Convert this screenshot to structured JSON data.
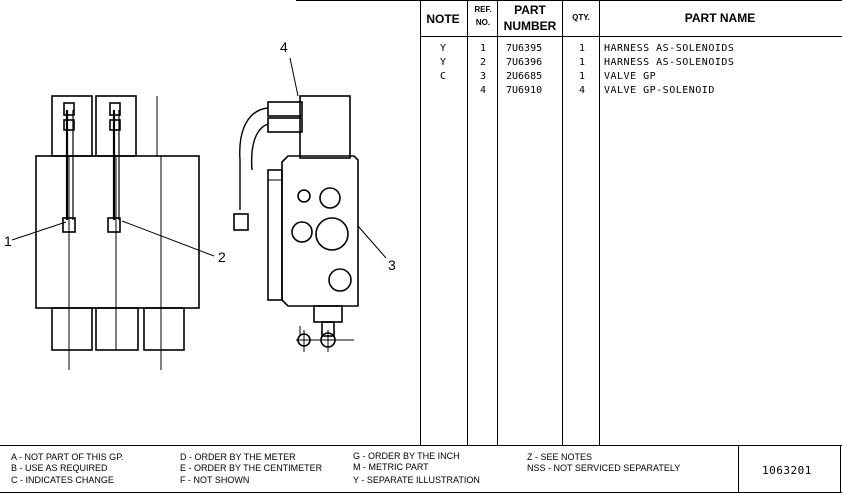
{
  "callouts": [
    "1",
    "2",
    "3",
    "4"
  ],
  "table": {
    "headers": {
      "note": "NOTE",
      "ref_line1": "REF.",
      "ref_line2": "NO.",
      "part_line1": "PART",
      "part_line2": "NUMBER",
      "qty": "QTY.",
      "name": "PART NAME"
    },
    "rows": [
      {
        "note": "Y",
        "ref": "1",
        "part_number": "7U6395",
        "qty": "1",
        "name": "HARNESS AS-SOLENOIDS"
      },
      {
        "note": "Y",
        "ref": "2",
        "part_number": "7U6396",
        "qty": "1",
        "name": "HARNESS AS-SOLENOIDS"
      },
      {
        "note": "C",
        "ref": "3",
        "part_number": "2U6685",
        "qty": "1",
        "name": "VALVE GP"
      },
      {
        "note": "",
        "ref": "4",
        "part_number": "7U6910",
        "qty": "4",
        "name": "VALVE GP-SOLENOID"
      }
    ]
  },
  "legend": {
    "a": "A - NOT PART OF THIS GP.",
    "b": "B - USE AS REQUIRED",
    "c": "C - INDICATES CHANGE",
    "d": "D - ORDER BY THE METER",
    "e": "E - ORDER BY THE CENTIMETER",
    "f": "F - NOT SHOWN",
    "g": "G - ORDER BY THE INCH",
    "m": "M - METRIC PART",
    "y": "Y - SEPARATE ILLUSTRATION",
    "z": "Z - SEE NOTES",
    "nss": "NSS - NOT SERVICED SEPARATELY"
  },
  "drawing_number": "1063201"
}
